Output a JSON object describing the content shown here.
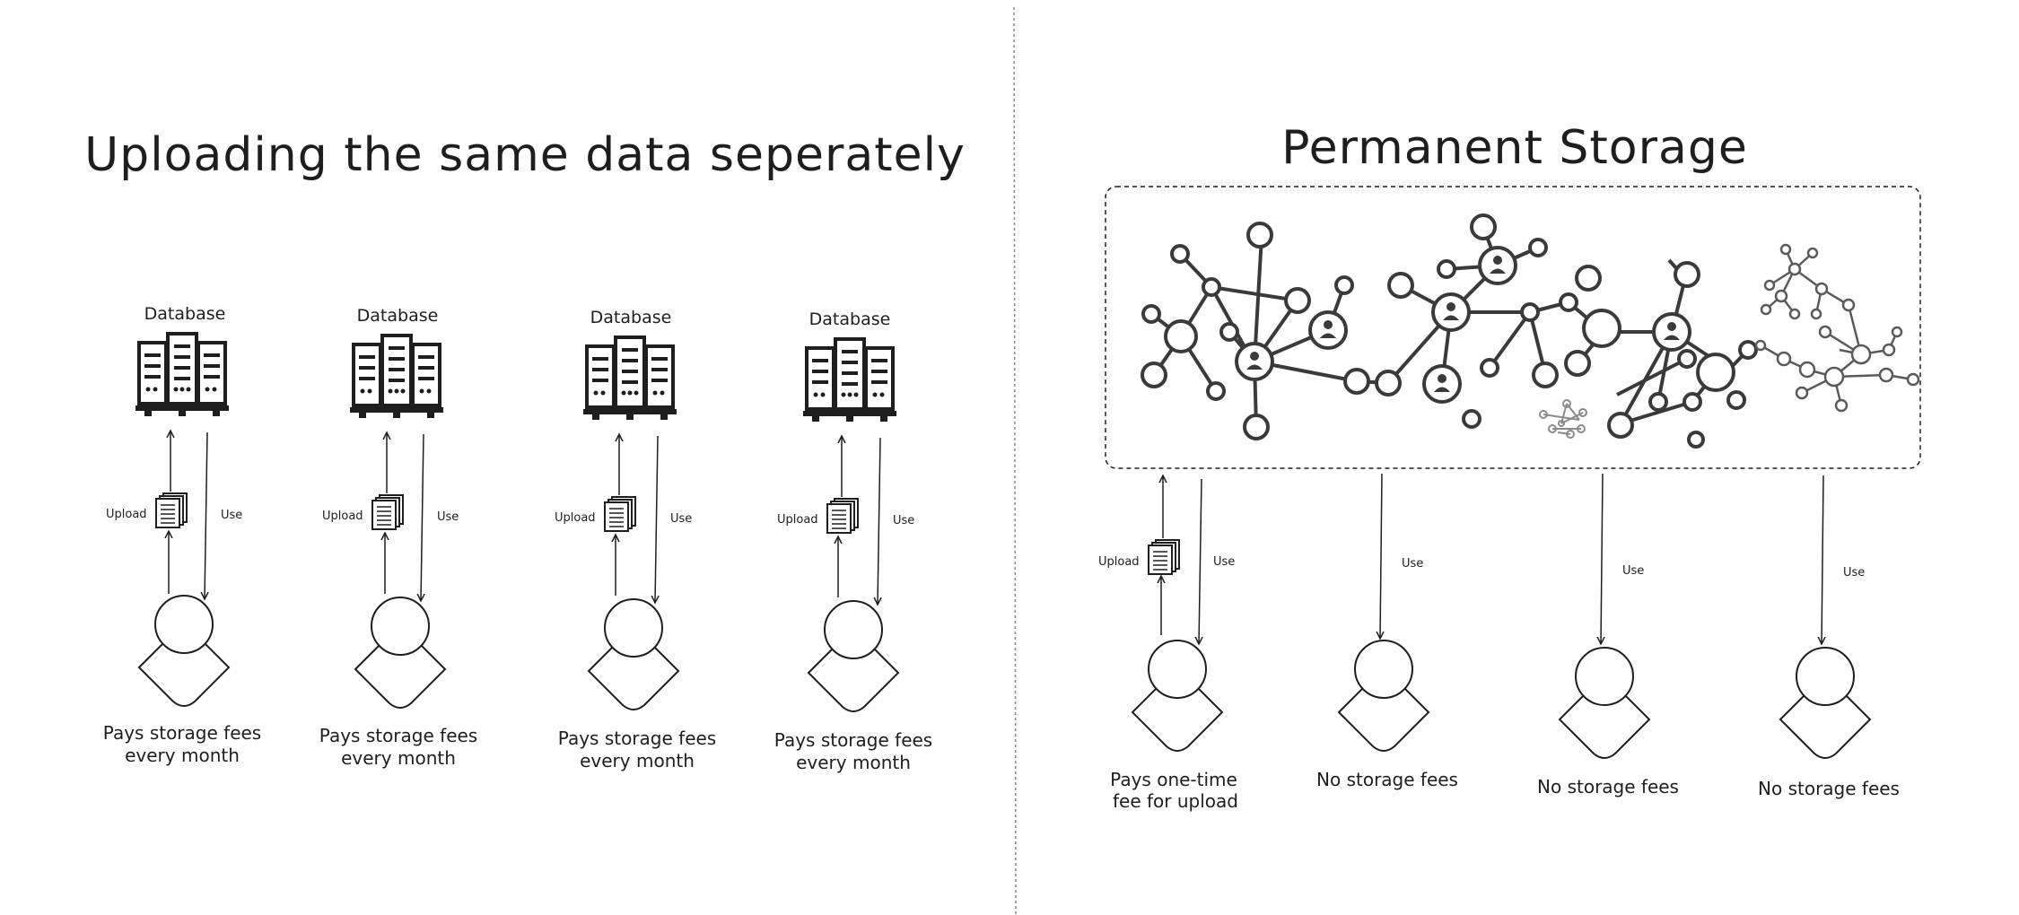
{
  "left_panel": {
    "title": "Uploading the same data seperately",
    "columns": [
      {
        "db_label": "Database",
        "upload_label": "Upload",
        "use_label": "Use",
        "caption": [
          "Pays storage fees",
          "every month"
        ]
      },
      {
        "db_label": "Database",
        "upload_label": "Upload",
        "use_label": "Use",
        "caption": [
          "Pays storage fees",
          "every month"
        ]
      },
      {
        "db_label": "Database",
        "upload_label": "Upload",
        "use_label": "Use",
        "caption": [
          "Pays storage fees",
          "every month"
        ]
      },
      {
        "db_label": "Database",
        "upload_label": "Upload",
        "use_label": "Use",
        "caption": [
          "Pays storage fees",
          "every month"
        ]
      }
    ]
  },
  "right_panel": {
    "title": "Permanent Storage",
    "users": [
      {
        "upload_label": "Upload",
        "use_label": "Use",
        "caption": [
          "Pays one-time",
          "fee for upload"
        ]
      },
      {
        "upload_label": "",
        "use_label": "Use",
        "caption": [
          "No storage fees"
        ]
      },
      {
        "upload_label": "",
        "use_label": "Use",
        "caption": [
          "No storage fees"
        ]
      },
      {
        "upload_label": "",
        "use_label": "Use",
        "caption": [
          "No storage fees"
        ]
      }
    ]
  },
  "icons": {
    "database": "server-rack-icon",
    "document": "document-stack-icon",
    "user": "user-icon",
    "network": "network-graph-icon"
  },
  "colors": {
    "ink": "#1e1e1e",
    "network": "#3a3a3a",
    "network_faint": "#8a8a8a",
    "divider": "#8a8a8a"
  }
}
